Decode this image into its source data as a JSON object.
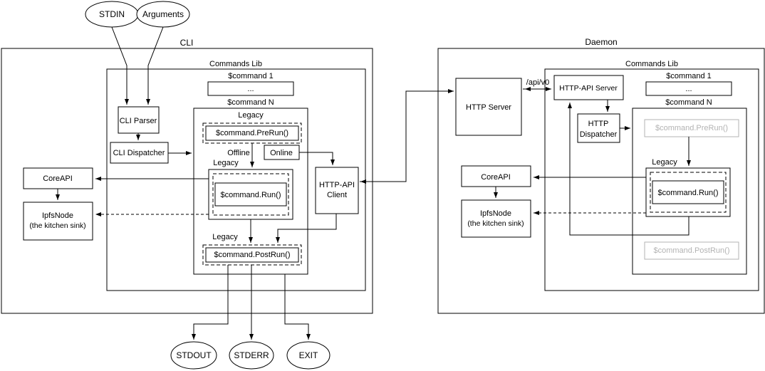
{
  "colors": {
    "stroke": "#000000",
    "muted": "#b3b3b3",
    "background": "#ffffff"
  },
  "terminals": {
    "stdin": "STDIN",
    "arguments": "Arguments",
    "stdout": "STDOUT",
    "stderr": "STDERR",
    "exit": "EXIT"
  },
  "cli": {
    "title": "CLI",
    "commands_lib": "Commands Lib",
    "command_1": "$command 1",
    "ellipsis": "...",
    "command_n": "$command N",
    "legacy": "Legacy",
    "prerun": "$command.PreRun()",
    "offline": "Offline",
    "online": "Online",
    "run": "$command.Run()",
    "postrun": "$command.PostRun()",
    "parser": "CLI Parser",
    "dispatcher": "CLI Dispatcher",
    "coreapi": "CoreAPI",
    "ipfsnode_1": "IpfsNode",
    "ipfsnode_2": "(the kitchen sink)",
    "http_client_1": "HTTP-API",
    "http_client_2": "Client"
  },
  "daemon": {
    "title": "Daemon",
    "http_server": "HTTP Server",
    "api_route": "/api/v0",
    "http_api_server": "HTTP-API Server",
    "dispatcher_1": "HTTP",
    "dispatcher_2": "Dispatcher",
    "commands_lib": "Commands Lib",
    "command_1": "$command 1",
    "ellipsis": "...",
    "command_n": "$command N",
    "legacy": "Legacy",
    "prerun": "$command.PreRun()",
    "run": "$command.Run()",
    "postrun": "$command.PostRun()",
    "coreapi": "CoreAPI",
    "ipfsnode_1": "IpfsNode",
    "ipfsnode_2": "(the kitchen sink)"
  }
}
